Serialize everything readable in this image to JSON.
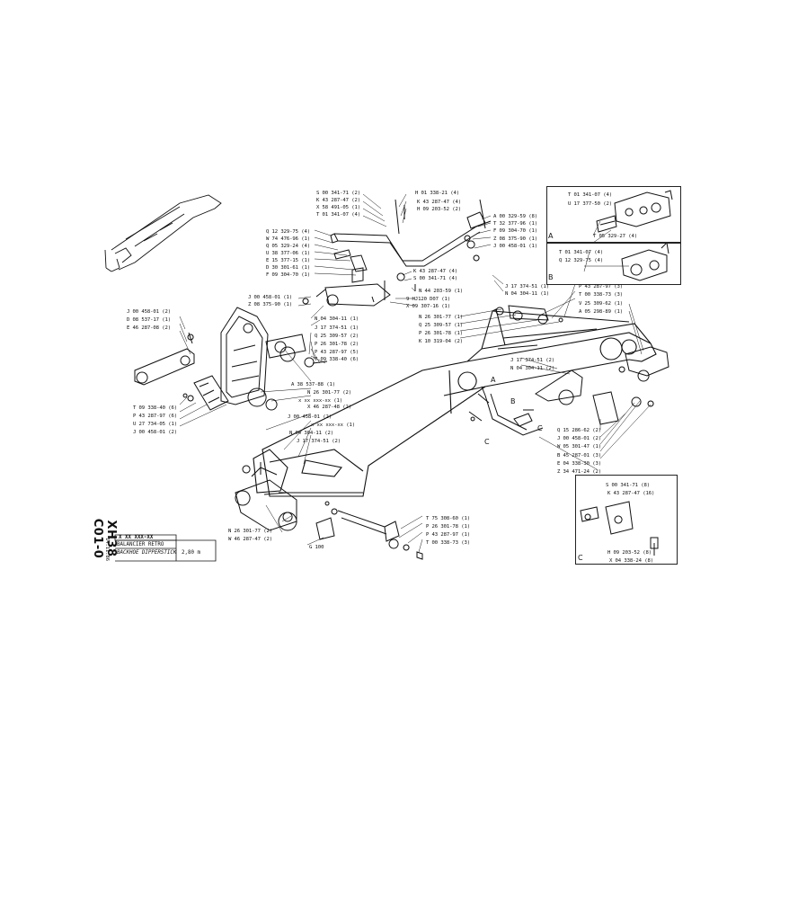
{
  "title_block": {
    "code": "XH38 C01-0",
    "date": "14.11.86",
    "part_number": "X XX XXX-XX",
    "title_fr": "BALANCIER RETRO",
    "title_en": "BACKHOE DIPPERSTICK",
    "length": "2,80 m"
  },
  "views": {
    "a": "A",
    "b": "B",
    "c": "C"
  },
  "callout_letters": {
    "a": "A",
    "b": "B",
    "c": "C",
    "c2": "C"
  },
  "colors": {
    "ink": "#111111",
    "paper": "#ffffff"
  },
  "top_labels": [
    "S 00 341-71 (2)",
    "K 43 287-47 (2)",
    "X 58 491-05 (1)",
    "T 01 341-07 (4)",
    "H 01 338-21 (4)",
    "K 43 287-47 (4)",
    "H 09 203-52 (2)",
    "Q 12 329-75 (4)",
    "W 74 476-96 (1)",
    "Q 05 329-24 (4)",
    "U 38 377-06 (1)",
    "E 15 377-15 (1)",
    "D 30 301-61 (1)",
    "F 09 304-70 (1)",
    "A 00 329-59 (8)",
    "T 32 377-96 (1)",
    "F 09 304-70 (1)",
    "Z 08 375-90 (1)",
    "J 00 458-01 (1)",
    "K 43 287-47 (4)",
    "S 00 341-71 (4)",
    "J 00 458-01 (1)",
    "Z 08 375-90 (1)",
    "N 44 203-59 (1)",
    "9 HJ120 D07 (1)",
    "X 09 307-16 (1)",
    "N 04 304-11 (1)",
    "J 17 374-51 (1)",
    "Q 25 309-57 (2)",
    "P 26 301-78 (2)",
    "P 43 287-97 (5)",
    "T 09 338-40 (6)",
    "J 17 374-51 (1)",
    "N 04 304-11 (1)",
    "N 26 301-77 (1)",
    "Q 25 309-57 (1)",
    "P 26 301-78 (1)",
    "K 10 319-04 (2)",
    "J 17 374-51 (2)",
    "N 04 304-11 (2)"
  ],
  "left_labels": [
    "J 00 458-01 (2)",
    "D 08 537-17 (1)",
    "E 46 287-08 (2)",
    "A 38 537-88 (1)",
    "N 26 301-77 (2)",
    "X 46 287-48 (2)",
    "T 09 338-40 (6)",
    "P 43 287-97 (6)",
    "U 27 734-05 (1)",
    "J 00 458-01 (2)",
    "J 00 458-01 (2)",
    "x xx xxx-xx (1)",
    "N 04 304-11 (2)",
    "J 17 374-51 (2)"
  ],
  "right_labels": [
    "P 43 287-97 (3)",
    "T 00 338-73 (3)",
    "V 25 309-62 (1)",
    "A 05 298-89 (1)",
    "Q 15 286-62 (2)",
    "J 00 458-01 (2)",
    "W 05 301-47 (1)",
    "B 45 287-01 (3)",
    "E 04 338-30 (3)",
    "Z 34 471-24 (2)"
  ],
  "bottom_labels": [
    "N 26 301-77 (2)",
    "W 46 287-47 (2)",
    "G 100",
    "T 75 308-60 (1)",
    "P 26 301-78 (1)",
    "P 43 287-97 (1)",
    "T 00 338-73 (3)",
    "x xx xxx-xx (1)"
  ],
  "view_a_labels": [
    "T 01 341-07 (4)",
    "U 17 377-50 (2)",
    "T 05 329-27 (4)"
  ],
  "view_b_labels": [
    "T 01 341-07 (4)",
    "Q 12 329-75 (4)"
  ],
  "view_c_labels": [
    "S 00 341-71 (8)",
    "K 43 287-47 (16)",
    "H 09 203-52 (8)",
    "X 04 338-24 (8)"
  ]
}
